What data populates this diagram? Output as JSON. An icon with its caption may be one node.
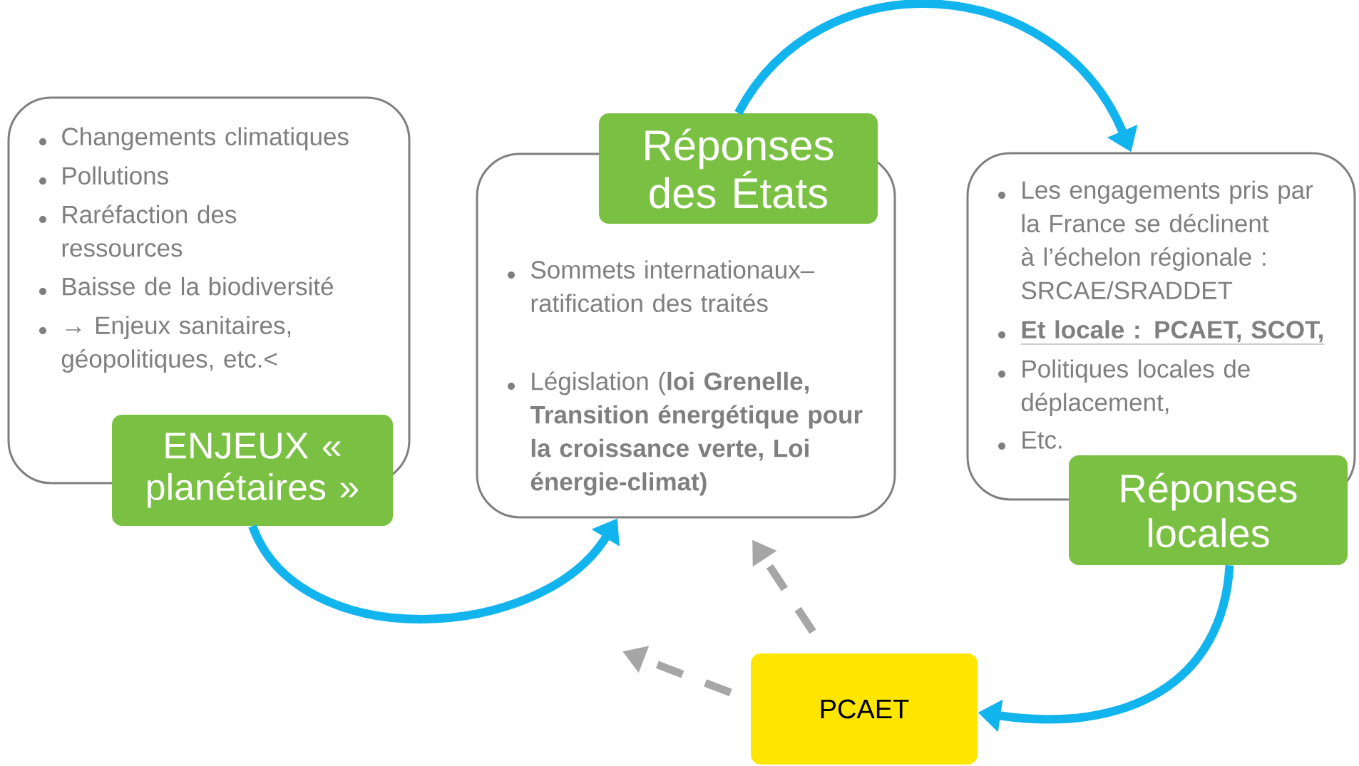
{
  "diagram": {
    "nodes": [
      {
        "text": [
          "Changements climatiques",
          "Pollutions",
          "Raréfaction des ressources",
          "Baisse de la biodiversité",
          "→ Enjeux sanitaires, géopolitiques, etc.<"
        ]
      },
      {
        "text": [
          "ENJEUX « planétaires »"
        ]
      },
      {
        "text": [
          "Sommets internationaux– ratification des traités",
          "Législation (**loi Grenelle, Transition énergétique pour la croissance verte, Loi énergie-climat)**"
        ]
      },
      {
        "text": [
          "Réponses des États"
        ]
      },
      {
        "text": [
          "Les engagements pris par la France se déclinent à l’échelon régionale : SRCAE/SRADDET",
          "Et locale : PCAET, SCOT,",
          "Politiques locales de déplacement,",
          "Etc."
        ]
      },
      {
        "text": [
          "Réponses locales"
        ]
      },
      {
        "text": [
          "PCAET"
        ]
      }
    ],
    "edges": [
      {
        "from": 1,
        "to": 2,
        "arrow": "to",
        "color": "#12b4ee"
      },
      {
        "from": 3,
        "to": 4,
        "arrow": "to",
        "color": "#12b4ee"
      },
      {
        "from": 5,
        "to": 6,
        "arrow": "to",
        "color": "#12b4ee"
      },
      {
        "from": 6,
        "to": 2,
        "arrow": "to",
        "style": "dashed",
        "color": "#a6a6a6"
      },
      {
        "from": 6,
        "to": null,
        "arrow": "to",
        "style": "dashed",
        "color": "#a6a6a6"
      }
    ]
  }
}
